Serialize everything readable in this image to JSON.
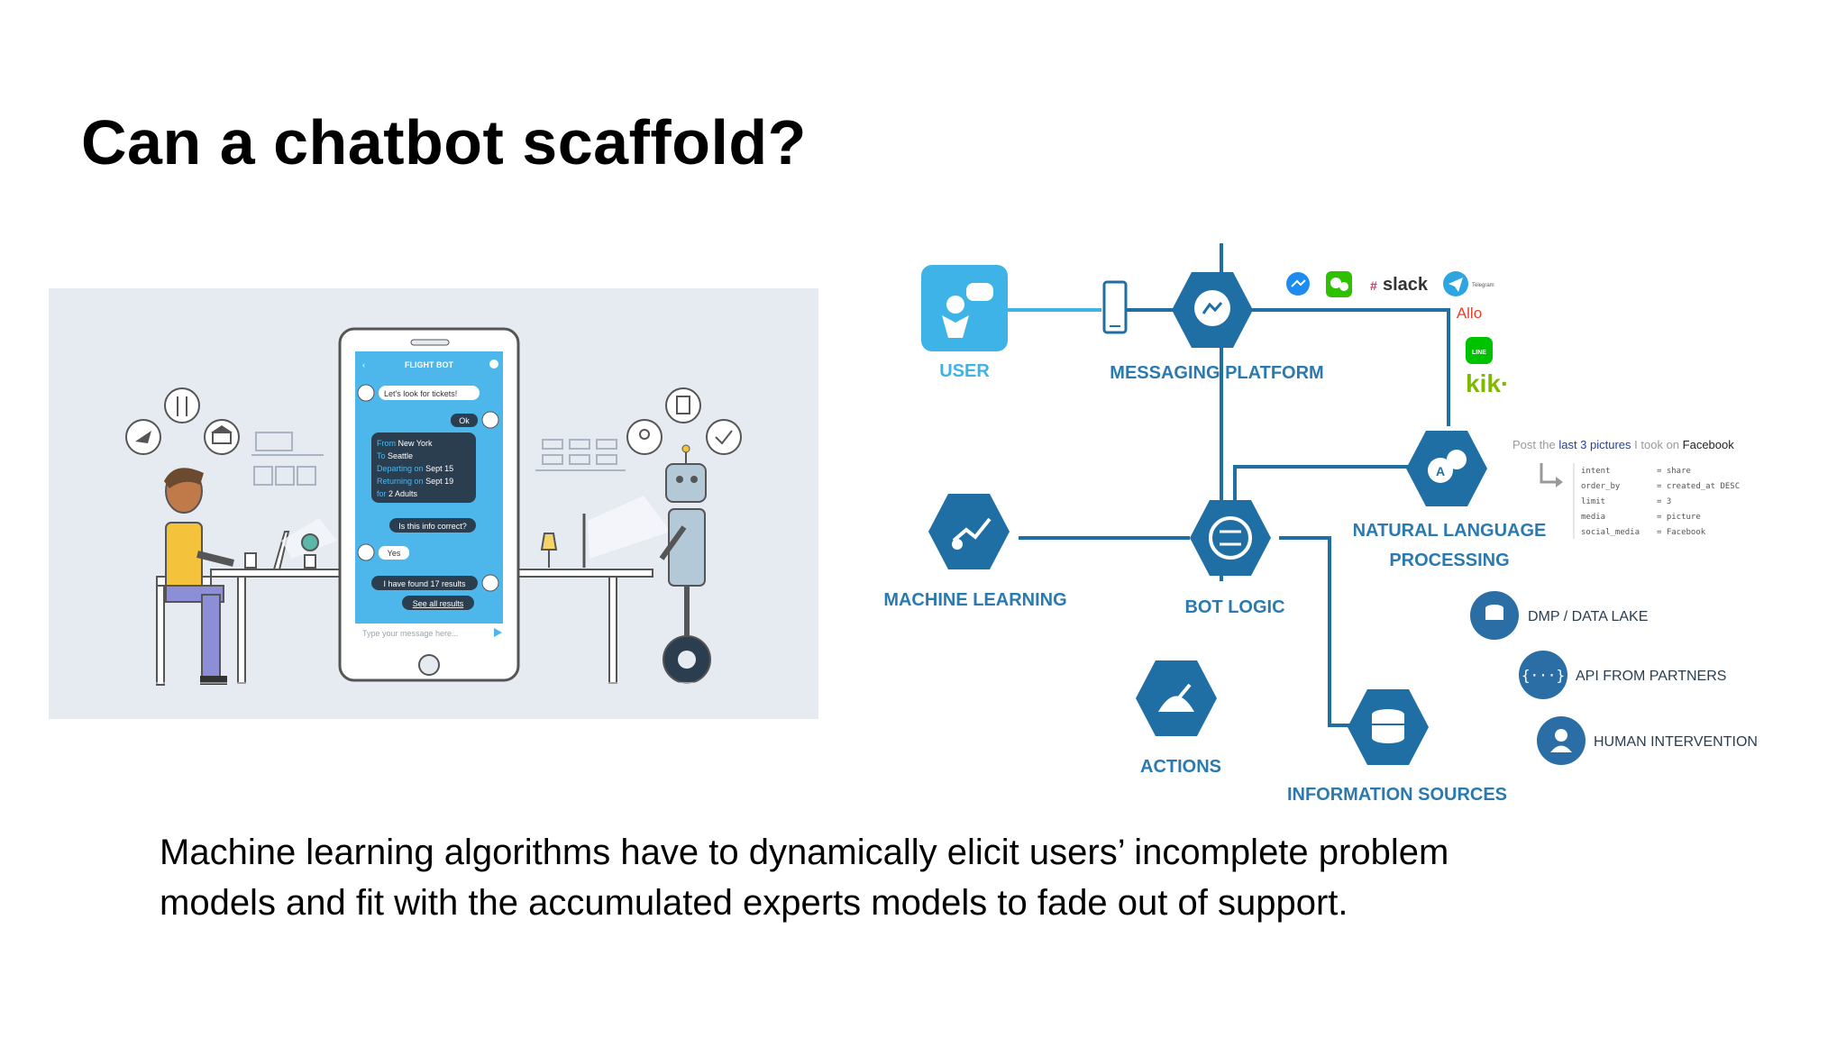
{
  "title": "Can a chatbot scaffold?",
  "caption": {
    "line1": "Machine learning algorithms have to dynamically elicit users’ incomplete problem",
    "line2": "models and fit with the accumulated experts models to fade out of support."
  },
  "chatbot_phone": {
    "header": "FLIGHT BOT",
    "bot_msg1": "Let's look for tickets!",
    "user_msg1": "Ok",
    "details": {
      "from_label": "From",
      "from_value": "New York",
      "to_label": "To",
      "to_value": "Seattle",
      "depart_label": "Departing on",
      "depart_value": "Sept 15",
      "return_label": "Returning on",
      "return_value": "Sept 19",
      "for_label": "for",
      "for_value": "2 Adults"
    },
    "question": "Is this info correct?",
    "user_msg2": "Yes",
    "result": "I have found 17 results",
    "see_all": "See all results",
    "input_placeholder": "Type your message here..."
  },
  "diagram": {
    "nodes": {
      "user": "USER",
      "messaging": "MESSAGING PLATFORM",
      "nlp_line1": "NATURAL LANGUAGE",
      "nlp_line2": "PROCESSING",
      "ml": "MACHINE LEARNING",
      "bot_logic": "BOT LOGIC",
      "actions": "ACTIONS",
      "info": "INFORMATION SOURCES"
    },
    "sources": {
      "dmp": "DMP / DATA LAKE",
      "api": "API FROM PARTNERS",
      "human": "HUMAN INTERVENTION"
    },
    "platforms": {
      "slack": "slack",
      "telegram": "Telegram",
      "allo": "Allo",
      "line": "LINE",
      "kik": "kik·"
    },
    "nlp_example": {
      "sentence_pre": "Post the",
      "sentence_highlight": "last 3 pictures",
      "sentence_mid": "I took on",
      "sentence_end": "Facebook",
      "keys": [
        "intent",
        "order_by",
        "limit",
        "media",
        "social_media"
      ],
      "values": [
        "= share",
        "= created_at DESC",
        "= 3",
        "= picture",
        "= Facebook"
      ]
    },
    "colors": {
      "primary": "#1f6fa5",
      "light": "#3db3e8",
      "line": "#1f6fa5"
    }
  }
}
